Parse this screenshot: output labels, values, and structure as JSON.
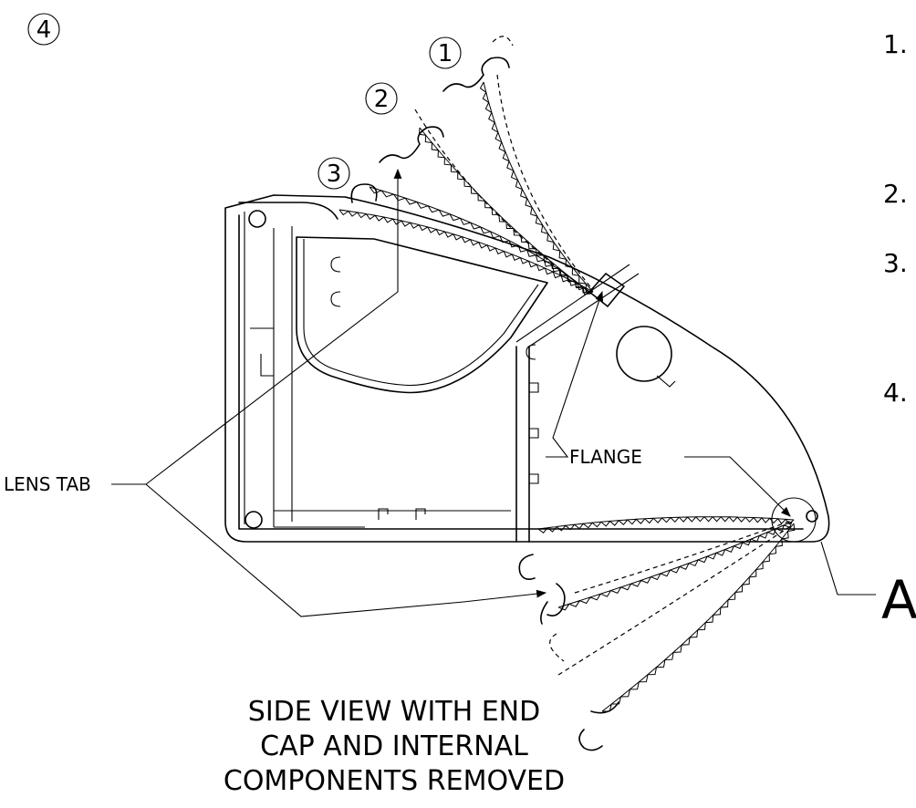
{
  "callouts": {
    "c1": "1",
    "c2": "2",
    "c3": "3",
    "c4": "4"
  },
  "labels": {
    "lens_tab": "LENS TAB",
    "flange": "FLANGE",
    "detail": "A"
  },
  "steps": {
    "s1": "1.",
    "s2": "2.",
    "s3": "3.",
    "s4": "4."
  },
  "caption": {
    "line1": "SIDE VIEW WITH END",
    "line2": "CAP AND INTERNAL",
    "line3": "COMPONENTS REMOVED"
  }
}
